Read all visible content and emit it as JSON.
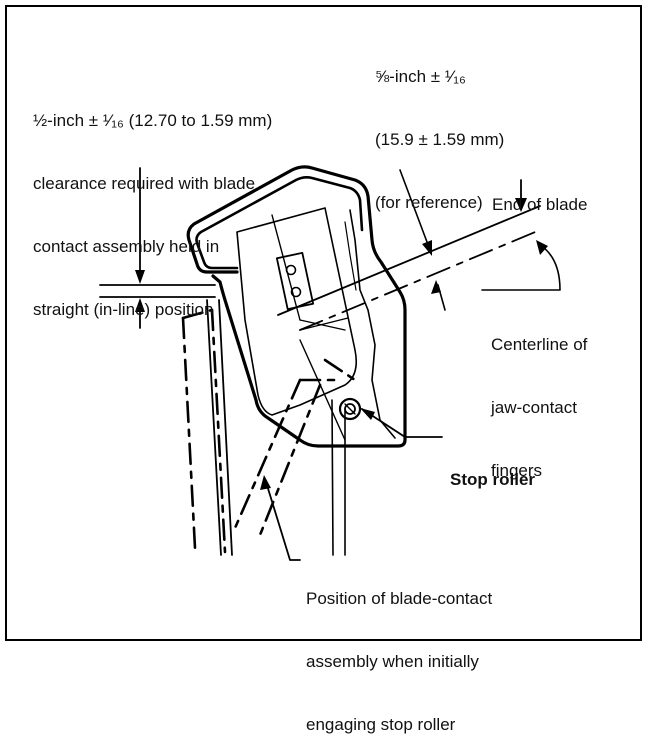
{
  "labels": {
    "clearance": [
      "½-inch ± ¹⁄₁₆ (12.70 to 1.59 mm)",
      "clearance required with blade",
      "contact assembly held in",
      "straight (in-line) position"
    ],
    "reference": [
      "⅝-inch ± ¹⁄₁₆",
      "(15.9 ± 1.59 mm)",
      "(for reference)"
    ],
    "end_of_blade": "End of blade",
    "centerline": [
      "Centerline of",
      "jaw-contact",
      "fingers"
    ],
    "stop_roller": "Stop roller",
    "position": [
      "Position of blade-contact",
      "assembly when initially",
      "engaging stop roller"
    ]
  }
}
